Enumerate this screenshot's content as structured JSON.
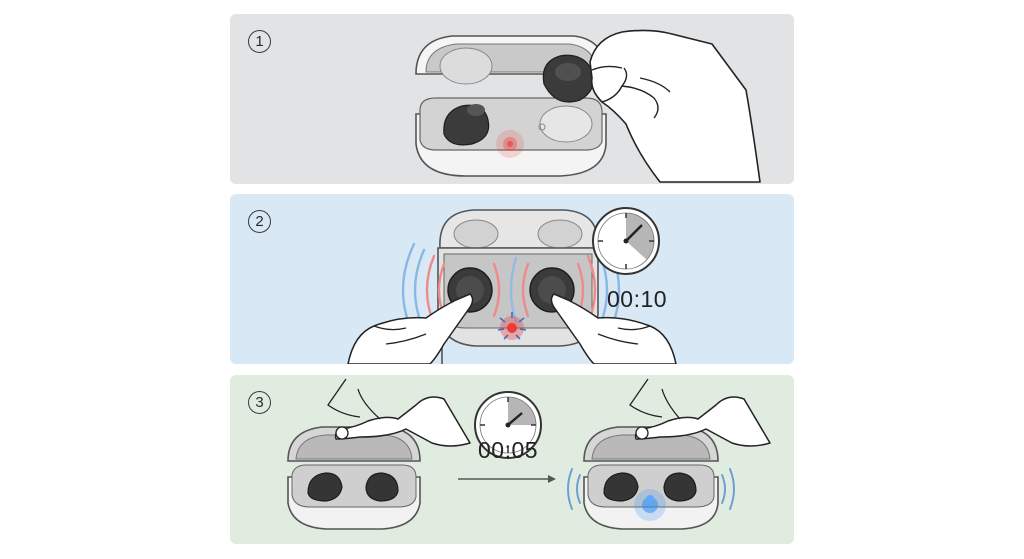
{
  "colors": {
    "panel_1_bg": "#e2e3e5",
    "panel_2_bg": "#d9e8f5",
    "panel_3_bg": "#e1ece1",
    "led_red": "#ef3a3a",
    "led_blue": "#2d8cf0",
    "wave_red": "#f08a8a",
    "wave_blue": "#8ab8e6"
  },
  "steps": [
    {
      "number": "1",
      "icons": [
        "earbud-case-icon",
        "hand-icon",
        "red-led-icon"
      ]
    },
    {
      "number": "2",
      "timer": "00:10",
      "icons": [
        "earbud-case-icon",
        "hand-icon",
        "clock-icon",
        "red-blue-wave-icon"
      ]
    },
    {
      "number": "3",
      "timer": "00:05",
      "icons": [
        "earbud-case-icon",
        "hand-icon",
        "clock-icon",
        "arrow-right-icon",
        "blue-led-icon"
      ]
    }
  ]
}
